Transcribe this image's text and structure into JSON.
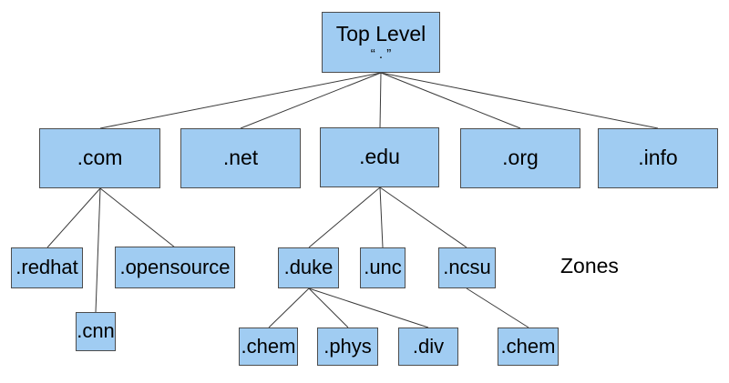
{
  "nodes": {
    "root_title": "Top Level",
    "root_subtitle": "“ . ”",
    "com": ".com",
    "net": ".net",
    "edu": ".edu",
    "org": ".org",
    "info": ".info",
    "redhat": ".redhat",
    "opensource": ".opensource",
    "cnn": ".cnn",
    "duke": ".duke",
    "unc": ".unc",
    "ncsu": ".ncsu",
    "duke_chem": ".chem",
    "duke_phys": ".phys",
    "duke_div": ".div",
    "ncsu_chem": ".chem"
  },
  "annotations": {
    "zones": "Zones"
  },
  "edges": [
    [
      "root",
      "com"
    ],
    [
      "root",
      "net"
    ],
    [
      "root",
      "edu"
    ],
    [
      "root",
      "org"
    ],
    [
      "root",
      "info"
    ],
    [
      "com",
      "redhat"
    ],
    [
      "com",
      "opensource"
    ],
    [
      "com",
      "cnn"
    ],
    [
      "edu",
      "duke"
    ],
    [
      "edu",
      "unc"
    ],
    [
      "edu",
      "ncsu"
    ],
    [
      "duke",
      "duke_chem"
    ],
    [
      "duke",
      "duke_phys"
    ],
    [
      "duke",
      "duke_div"
    ],
    [
      "ncsu",
      "ncsu_chem"
    ]
  ],
  "colors": {
    "node_fill": "#A0CCF2",
    "node_border": "#4D4D4D",
    "edge_line": "#3A3A3A",
    "text": "#000000",
    "background": "#FFFFFF"
  }
}
